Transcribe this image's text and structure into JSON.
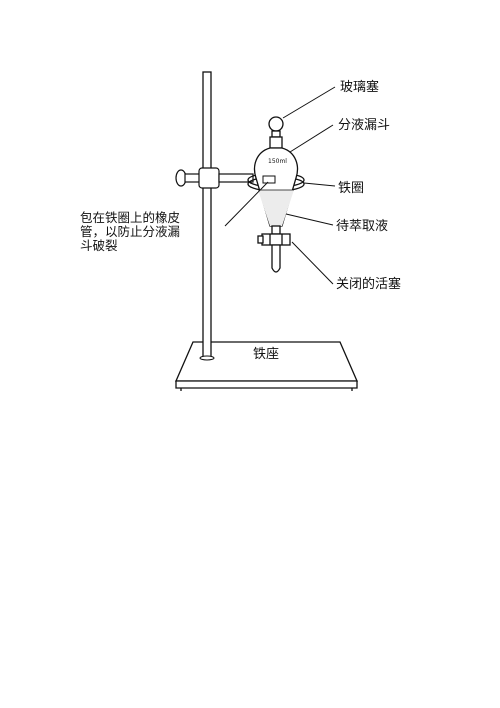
{
  "labels": {
    "glass_stopper": "玻璃塞",
    "separatory_funnel": "分液漏斗",
    "iron_ring": "铁圈",
    "liquid_to_extract": "待萃取液",
    "closed_stopcock": "关闭的活塞",
    "iron_base": "铁座"
  },
  "note_lines": [
    "包在铁圈上的橡皮",
    "管，以防止分液漏",
    "斗破裂"
  ],
  "funnel_mark": "150ml"
}
